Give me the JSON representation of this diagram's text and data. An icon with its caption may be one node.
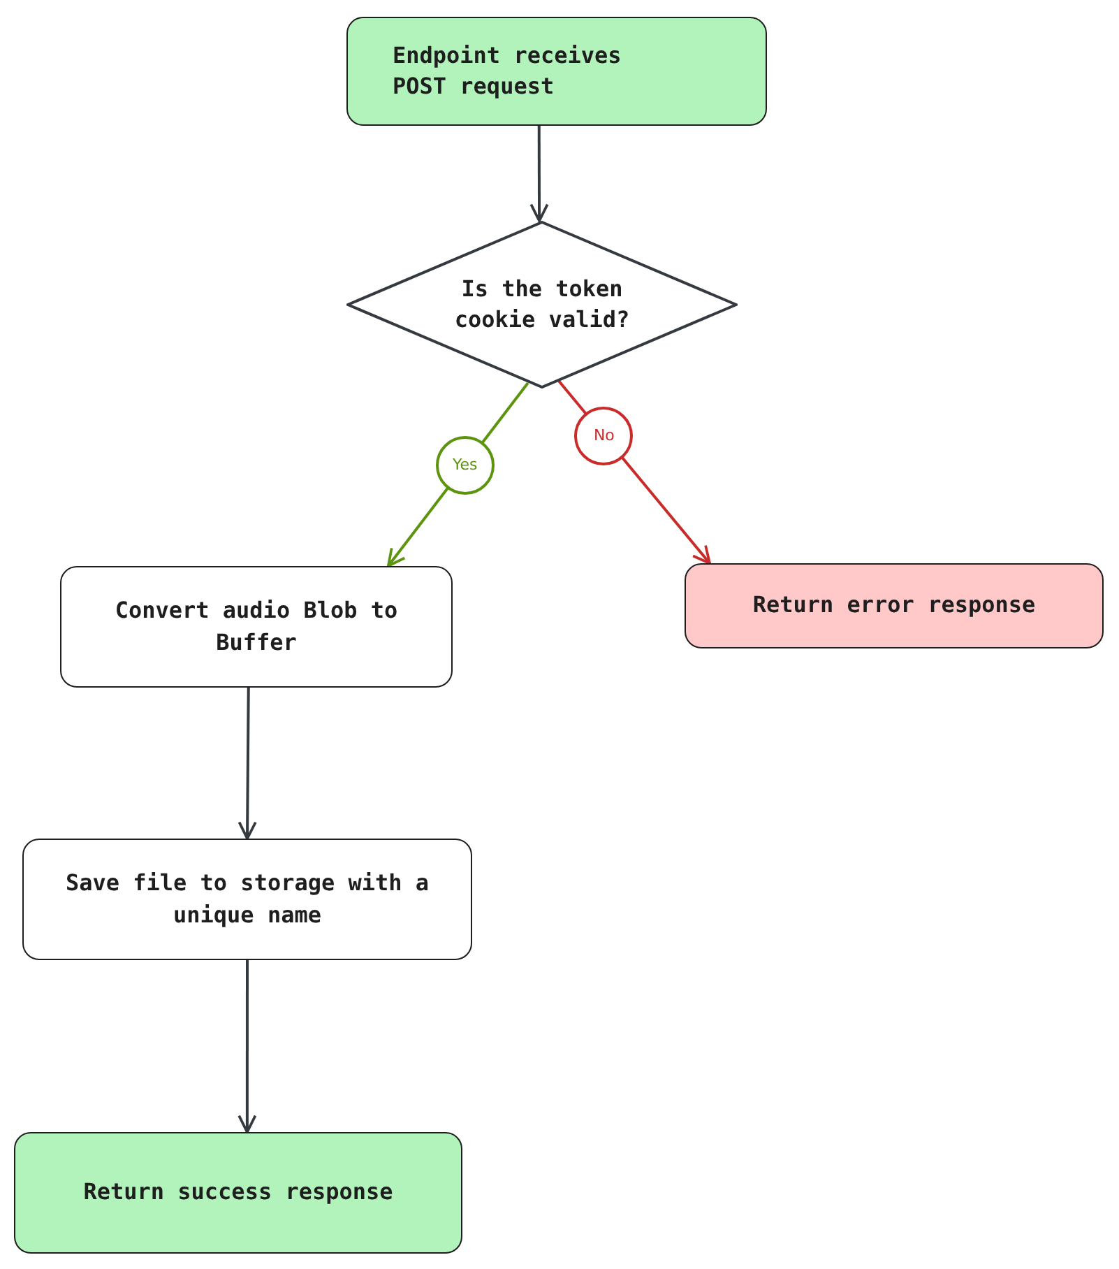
{
  "diagram": {
    "nodes": [
      {
        "text": [
          "Endpoint receives POST request"
        ]
      },
      {
        "text": [
          "Is the token cookie valid?"
        ]
      },
      {
        "text": [
          "Convert audio Blob to Buffer"
        ]
      },
      {
        "text": [
          "Return error response"
        ]
      },
      {
        "text": [
          "Save file to storage with a unique name"
        ]
      },
      {
        "text": [
          "Return success response"
        ]
      }
    ],
    "edges": [
      {
        "from": 0,
        "to": 1,
        "arrow": "to"
      },
      {
        "from": 1,
        "to": 2,
        "arrow": "to",
        "label": "Yes",
        "color": "#5c940d"
      },
      {
        "from": 1,
        "to": 3,
        "arrow": "to",
        "label": "No",
        "color": "#c92a2a"
      },
      {
        "from": 2,
        "to": 4,
        "arrow": "to"
      },
      {
        "from": 4,
        "to": 5,
        "arrow": "to"
      }
    ]
  }
}
